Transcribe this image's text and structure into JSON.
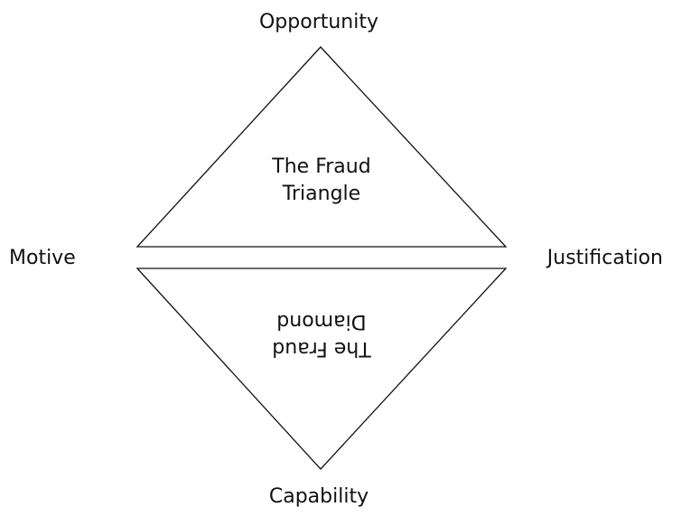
{
  "labels": {
    "top": "Opportunity",
    "left": "Motive",
    "right": "Justification",
    "bottom": "Capability"
  },
  "upper_shape": {
    "line1": "The Fraud",
    "line2": "Triangle"
  },
  "lower_shape": {
    "line1": "The Fraud",
    "line2": "Diamond",
    "rotated": true
  },
  "colors": {
    "stroke": "#111111",
    "background": "#ffffff",
    "text": "#111111"
  }
}
